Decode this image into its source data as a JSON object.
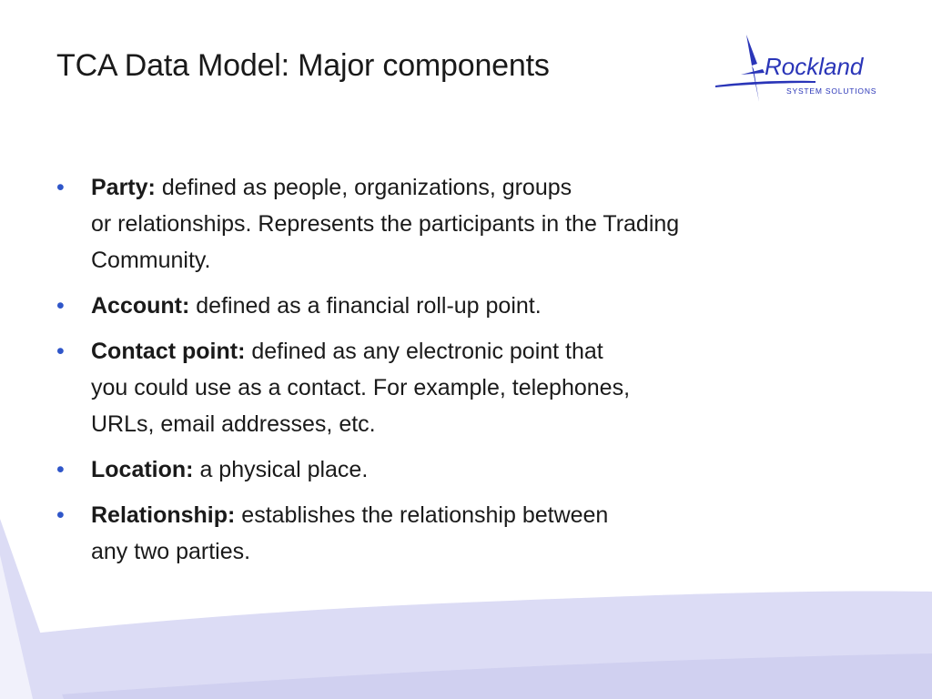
{
  "slide": {
    "title": "TCA Data Model: Major components",
    "logo": {
      "name": "Rockland",
      "tagline": "SYSTEM SOLUTIONS"
    },
    "bullets": [
      {
        "term": "Party:",
        "lines": [
          "defined as people, organizations, groups",
          "or relationships.  Represents the participants in the Trading",
          "Community."
        ]
      },
      {
        "term": "Account:",
        "lines": [
          "defined as a financial roll-up point."
        ]
      },
      {
        "term": "Contact point:",
        "lines": [
          "defined as any electronic point that",
          "you could use as a contact.  For example, telephones,",
          "URLs, email addresses, etc."
        ]
      },
      {
        "term": "Location:",
        "lines": [
          "a physical place."
        ]
      },
      {
        "term": "Relationship:",
        "lines": [
          "establishes the relationship between",
          "any two parties."
        ]
      }
    ]
  },
  "colors": {
    "bullet": "#2f56c9",
    "logo_blue": "#2a35b8",
    "background_shape": "#dcdcf5"
  }
}
